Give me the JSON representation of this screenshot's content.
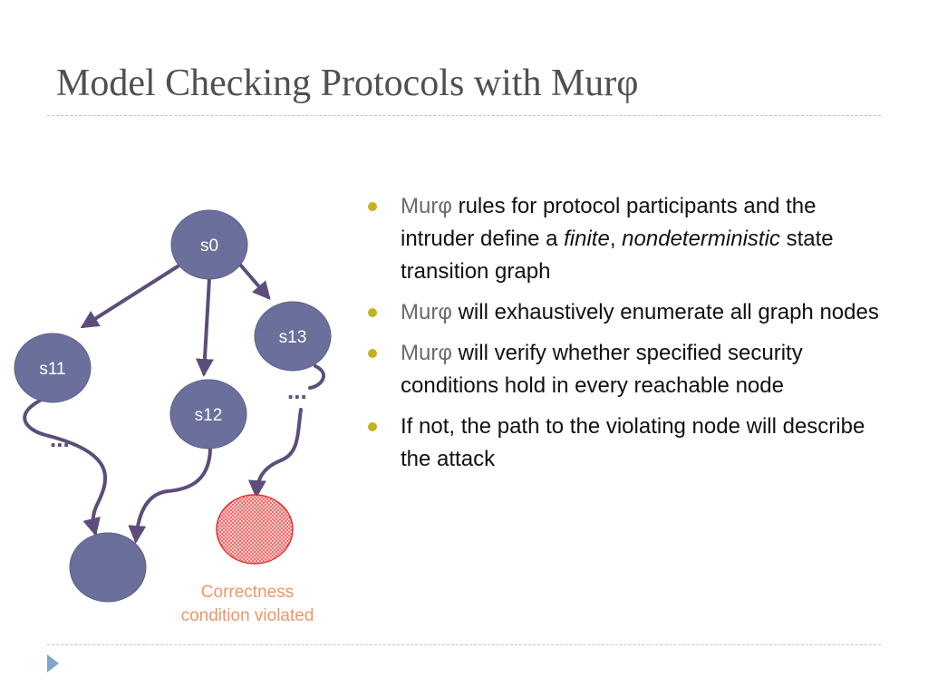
{
  "title": "Model Checking Protocols with Murφ",
  "diagram": {
    "nodes": [
      {
        "id": "s0",
        "label": "s0"
      },
      {
        "id": "s11",
        "label": "s11"
      },
      {
        "id": "s12",
        "label": "s12"
      },
      {
        "id": "s13",
        "label": "s13"
      },
      {
        "id": "sink",
        "label": ""
      },
      {
        "id": "violated",
        "label": ""
      }
    ],
    "edges": [
      {
        "from": "s0",
        "to": "s11"
      },
      {
        "from": "s0",
        "to": "s12"
      },
      {
        "from": "s0",
        "to": "s13"
      },
      {
        "from": "s11",
        "to": "sink",
        "via": "..."
      },
      {
        "from": "s12",
        "to": "sink"
      },
      {
        "from": "s13",
        "to": "violated",
        "via": "..."
      }
    ],
    "ellipsis": "...",
    "caption_line1": "Correctness",
    "caption_line2": "condition violated",
    "colors": {
      "node_fill": "#6a6f9c",
      "edge": "#5c4d7a",
      "violated_fill": "#f2b8b8",
      "violated_border": "#e8302e",
      "caption": "#f0956a"
    }
  },
  "bullets": [
    {
      "mur": "Murφ",
      "text_a": " rules for protocol participants and the intruder define a ",
      "finite": "finite",
      "comma": ",",
      "nondeterministic": "nondeterministic",
      "text_b": " state transition graph"
    },
    {
      "mur": "Murφ",
      "text": " will exhaustively enumerate all graph nodes"
    },
    {
      "mur": "Murφ",
      "text": " will verify whether specified security conditions hold in every reachable node"
    },
    {
      "text": "If not, the path to the violating node will describe the attack"
    }
  ],
  "colors": {
    "title": "#505050",
    "bullet": "#c5b120",
    "rule": "#b8c7d6",
    "slide_marker": "#7fa6c9"
  }
}
